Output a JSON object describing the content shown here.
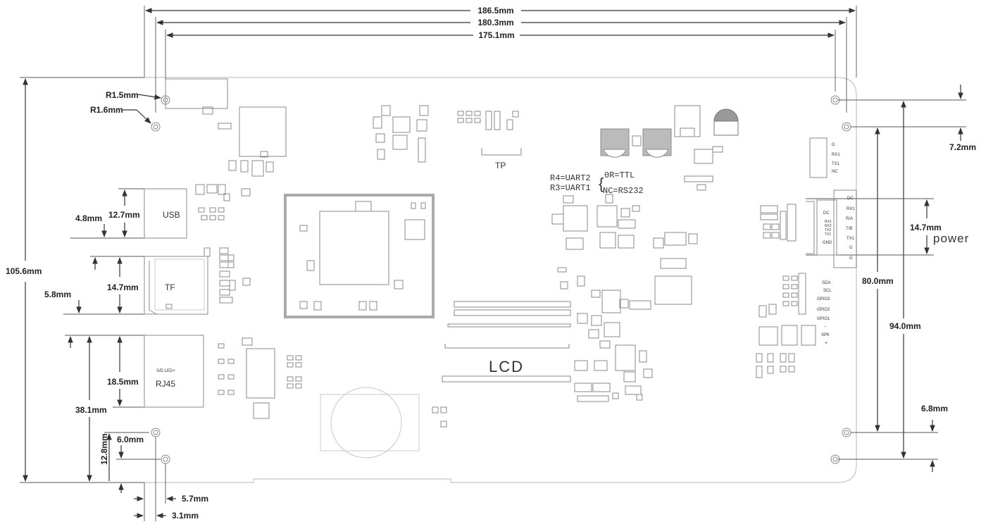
{
  "dimensions": {
    "top_overall": "186.5mm",
    "top_holes": "180.3mm",
    "top_inner": "175.1mm",
    "hole_r1": "R1.5mm",
    "hole_r2": "R1.6mm",
    "height_overall": "105.6mm",
    "usb_height": "12.7mm",
    "usb_offset": "4.8mm",
    "tf_height": "14.7mm",
    "tf_offset": "5.8mm",
    "rj45_height": "18.5mm",
    "rj45_offset": "38.1mm",
    "bottom_hole_v1": "12.8mm",
    "bottom_hole_v2": "6.0mm",
    "bottom_hole_h1": "5.7mm",
    "bottom_hole_h2": "3.1mm",
    "right_top_offset": "7.2mm",
    "right_holes": "80.0mm",
    "right_overall": "94.0mm",
    "power_height": "14.7mm",
    "right_bottom_offset": "6.8mm"
  },
  "labels": {
    "usb": "USB",
    "tf": "TF",
    "rj45": "RJ45",
    "rj45_small": "S/D LED+",
    "tp": "TP",
    "lcd": "LCD",
    "power": "power",
    "uart_r4": "R4=UART2",
    "uart_r3": "R3=UART1",
    "uart_0r": "0R=TTL",
    "uart_nc": "NC=RS232"
  },
  "connectors": {
    "top_right": [
      "G",
      "RX1",
      "TX1",
      "NC"
    ],
    "power_left": [
      "DC",
      "RX1",
      "RX2",
      "TX2",
      "TX1",
      "GND"
    ],
    "power_right": [
      "DC",
      "RX1",
      "R/A",
      "T/B",
      "TX1",
      "G",
      "G"
    ],
    "gpio": [
      "SDA",
      "SCL",
      "GPIO3",
      "GPIO2",
      "GPIO1",
      "-",
      "SPK",
      "+"
    ]
  }
}
